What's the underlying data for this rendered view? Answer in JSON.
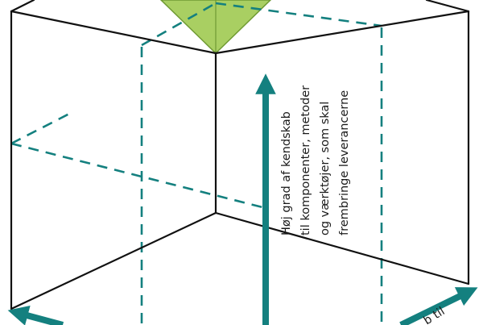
{
  "diagram": {
    "colors": {
      "edge": "#111111",
      "dashed_plane": "#14807f",
      "arrow": "#14807f",
      "pyramid_fill": "#a9cf62",
      "pyramid_edge": "#6f9a33"
    },
    "vertical_axis_label": [
      "Høj grad af kendskab",
      "til komponenter, metoder",
      "og værktøjer, som skal",
      "frembringe leverancerne"
    ],
    "right_axis_label_fragment": "b til"
  }
}
